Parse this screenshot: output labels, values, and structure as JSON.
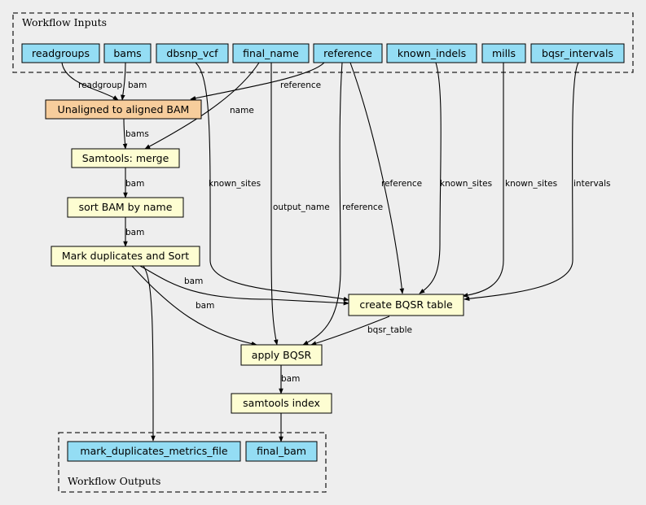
{
  "clusters": {
    "inputs": {
      "label": "Workflow Inputs"
    },
    "outputs": {
      "label": "Workflow Outputs"
    }
  },
  "colors": {
    "io_node": "#94ddf4",
    "start_step": "#f7cd9c",
    "step": "#fdfdd2",
    "background": "#eeeeee"
  },
  "nodes": {
    "readgroups": "readgroups",
    "bams": "bams",
    "dbsnp_vcf": "dbsnp_vcf",
    "final_name": "final_name",
    "reference": "reference",
    "known_indels": "known_indels",
    "mills": "mills",
    "bqsr_intervals": "bqsr_intervals",
    "align": "Unaligned to aligned BAM",
    "merge": "Samtools: merge",
    "sort": "sort BAM by name",
    "markdup": "Mark duplicates and Sort",
    "bqsr_table": "create BQSR table",
    "apply_bqsr": "apply BQSR",
    "index": "samtools index",
    "metrics_out": "mark_duplicates_metrics_file",
    "final_bam_out": "final_bam"
  },
  "edge_labels": {
    "readgroups_align": "readgroup",
    "bams_align": "bam",
    "reference_align": "reference",
    "final_name_merge": "name",
    "align_merge": "bams",
    "merge_sort": "bam",
    "sort_markdup": "bam",
    "dbsnp_bqsr": "known_sites",
    "final_name_apply": "output_name",
    "reference_apply": "reference",
    "reference_bqsr": "reference",
    "known_indels_bqsr": "known_sites",
    "mills_bqsr": "known_sites",
    "intervals_bqsr": "intervals",
    "markdup_bqsr": "bam",
    "markdup_apply": "bam",
    "bqsr_apply": "bqsr_table",
    "apply_index": "bam"
  }
}
